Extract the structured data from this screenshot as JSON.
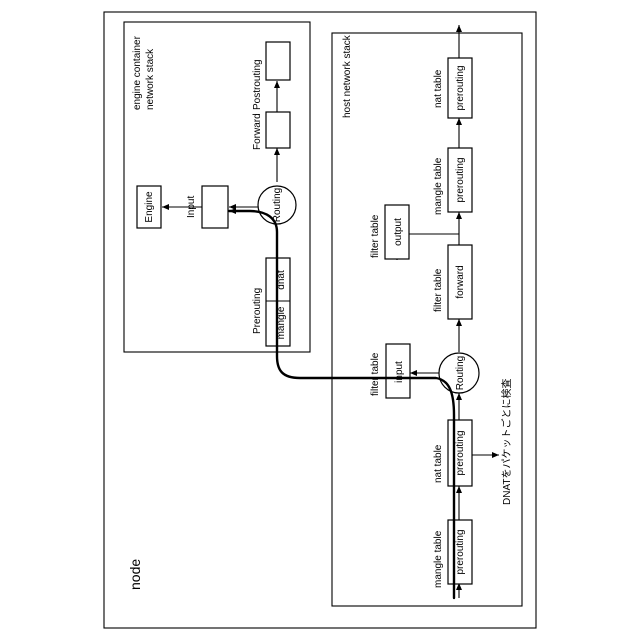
{
  "node": {
    "label": "node"
  },
  "container": {
    "title_line1": "engine container",
    "title_line2": "network stack",
    "engine": "Engine",
    "input": "Input",
    "routing": "Routing",
    "forward": "Forward",
    "postrouting": "Postrouting",
    "prerouting": "Prerouting",
    "mangle": "mangle",
    "dnat": "dnat"
  },
  "host": {
    "title": "host network stack",
    "mangle_table_1": "mangle table",
    "prerouting_1": "prerouting",
    "nat_table_1": "nat table",
    "prerouting_2": "prerouting",
    "dnat_note": "DNATをパケットごとに検査",
    "filter_table_input": "filter table",
    "input": "input",
    "routing": "Routing",
    "filter_table_forward": "filter table",
    "forward": "forward",
    "filter_table_output": "filter table",
    "output": "output",
    "mangle_table_2": "mangle table",
    "prerouting_3": "prerouting",
    "nat_table_2": "nat table",
    "prerouting_4": "prerouting"
  }
}
